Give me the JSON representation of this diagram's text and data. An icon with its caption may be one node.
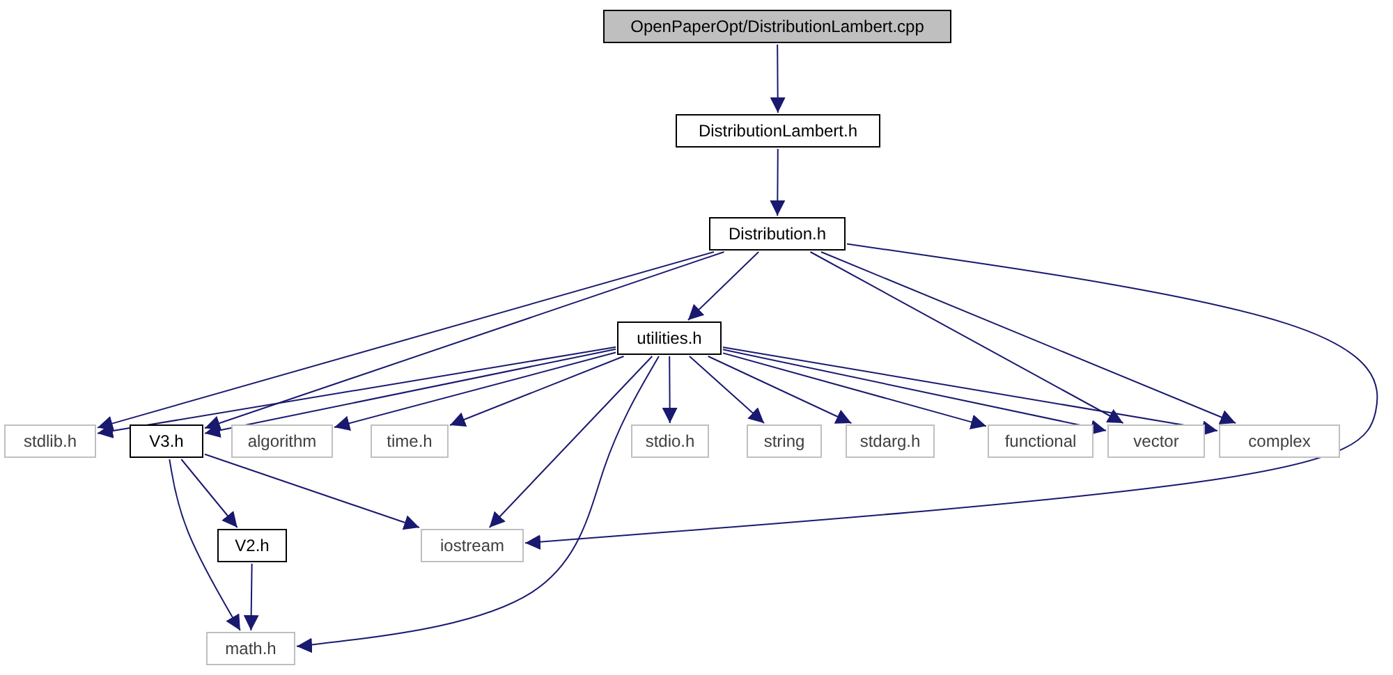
{
  "diagram": {
    "nodes": [
      {
        "text": [
          "OpenPaperOpt/DistributionLambert.cpp"
        ]
      },
      {
        "text": [
          "DistributionLambert.h"
        ]
      },
      {
        "text": [
          "Distribution.h"
        ]
      },
      {
        "text": [
          "utilities.h"
        ]
      },
      {
        "text": [
          "stdlib.h"
        ]
      },
      {
        "text": [
          "V3.h"
        ]
      },
      {
        "text": [
          "algorithm"
        ]
      },
      {
        "text": [
          "time.h"
        ]
      },
      {
        "text": [
          "stdio.h"
        ]
      },
      {
        "text": [
          "string"
        ]
      },
      {
        "text": [
          "stdarg.h"
        ]
      },
      {
        "text": [
          "functional"
        ]
      },
      {
        "text": [
          "vector"
        ]
      },
      {
        "text": [
          "complex"
        ]
      },
      {
        "text": [
          "V2.h"
        ]
      },
      {
        "text": [
          "iostream"
        ]
      },
      {
        "text": [
          "math.h"
        ]
      }
    ],
    "edges": [
      {
        "from": 0,
        "to": 1,
        "arrow": "to"
      },
      {
        "from": 1,
        "to": 2,
        "arrow": "to"
      },
      {
        "from": 2,
        "to": 4,
        "arrow": "to"
      },
      {
        "from": 2,
        "to": 5,
        "arrow": "to"
      },
      {
        "from": 2,
        "to": 3,
        "arrow": "to"
      },
      {
        "from": 2,
        "to": 12,
        "arrow": "to"
      },
      {
        "from": 2,
        "to": 13,
        "arrow": "to"
      },
      {
        "from": 2,
        "to": 15,
        "arrow": "to"
      },
      {
        "from": 3,
        "to": 4,
        "arrow": "to"
      },
      {
        "from": 3,
        "to": 5,
        "arrow": "to"
      },
      {
        "from": 3,
        "to": 6,
        "arrow": "to"
      },
      {
        "from": 3,
        "to": 7,
        "arrow": "to"
      },
      {
        "from": 3,
        "to": 8,
        "arrow": "to"
      },
      {
        "from": 3,
        "to": 9,
        "arrow": "to"
      },
      {
        "from": 3,
        "to": 10,
        "arrow": "to"
      },
      {
        "from": 3,
        "to": 11,
        "arrow": "to"
      },
      {
        "from": 3,
        "to": 12,
        "arrow": "to"
      },
      {
        "from": 3,
        "to": 13,
        "arrow": "to"
      },
      {
        "from": 3,
        "to": 15,
        "arrow": "to"
      },
      {
        "from": 3,
        "to": 16,
        "arrow": "to"
      },
      {
        "from": 5,
        "to": 14,
        "arrow": "to"
      },
      {
        "from": 5,
        "to": 15,
        "arrow": "to"
      },
      {
        "from": 5,
        "to": 16,
        "arrow": "to"
      },
      {
        "from": 14,
        "to": 16,
        "arrow": "to"
      }
    ]
  }
}
